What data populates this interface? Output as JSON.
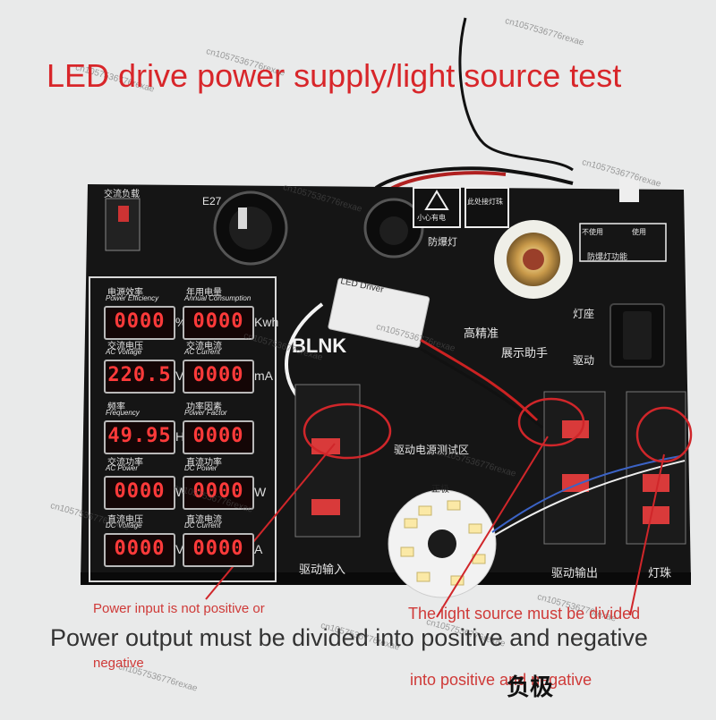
{
  "title": "LED drive power supply/light source test",
  "annotations": {
    "input_line1": "Power input is not positive or",
    "input_line2": "negative",
    "output": "Power output must be divided into positive and negative",
    "light_line1": "The light source must be divided",
    "light_line2": "into positive and negative"
  },
  "panel": {
    "labels": {
      "ac_load": "交流负载",
      "e27": "E27",
      "caution": "小心有电",
      "bead_connect": "此处接灯珠",
      "explosion_lamp": "防爆灯",
      "explosion_function": "防爆灯功能",
      "not_use": "不使用",
      "use": "使用",
      "lamp_socket": "灯座",
      "drive": "驱动",
      "high_precision": "高精准",
      "display_assistant": "展示助手",
      "drive_test_area": "驱动电源测试区",
      "drive_input": "驱动输入",
      "drive_output": "驱动输出",
      "lamp_bead": "灯珠",
      "positive": "正极",
      "negative_mark": "负极"
    },
    "meters": [
      {
        "label": "电源效率",
        "sub": "Power Efficiency",
        "value": "0000",
        "unit": "%"
      },
      {
        "label": "年用电量",
        "sub": "Annual Consumption",
        "value": "0000",
        "unit": "Kwh"
      },
      {
        "label": "交流电压",
        "sub": "AC Voltage",
        "value": "220.5",
        "unit": "V"
      },
      {
        "label": "交流电流",
        "sub": "AC Current",
        "value": "0000",
        "unit": "mA"
      },
      {
        "label": "频率",
        "sub": "Frequency",
        "value": "49.95",
        "unit": "Hz"
      },
      {
        "label": "功率因素",
        "sub": "Power Factor",
        "value": "0000",
        "unit": ""
      },
      {
        "label": "交流功率",
        "sub": "AC Power",
        "value": "0000",
        "unit": "W"
      },
      {
        "label": "直流功率",
        "sub": "DC Power",
        "value": "0000",
        "unit": "W"
      },
      {
        "label": "直流电压",
        "sub": "DC Voltage",
        "value": "0000",
        "unit": "V"
      },
      {
        "label": "直流电流",
        "sub": "DC Current",
        "value": "0000",
        "unit": "A"
      }
    ],
    "led_driver_label": "LED Driver",
    "brand": "BLNK"
  },
  "watermark": "cn1057536776rexae",
  "colors": {
    "title": "#d8262a",
    "annotation": "#cf3a38",
    "panel": "#141414",
    "meter_digits": "#ff3a3a"
  }
}
